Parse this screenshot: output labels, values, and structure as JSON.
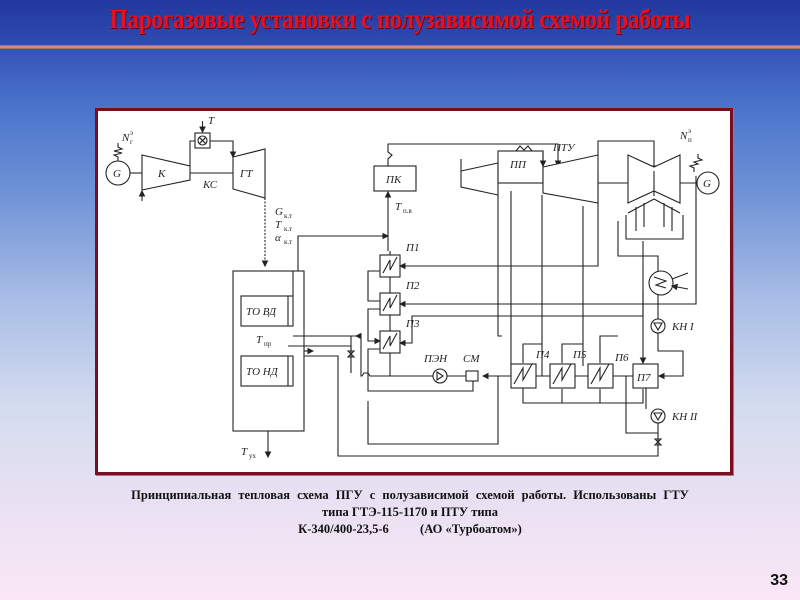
{
  "slide": {
    "title": "Парогазовые установки с полузависимой схемой работы",
    "page_number": "33",
    "colors": {
      "title_text": "#e8101e",
      "frame_border": "#7a0e1e",
      "header_bg": "#2a3fa6"
    }
  },
  "diagram": {
    "labels": {
      "generator_left": "G",
      "power_gas": "N",
      "power_gas_sup": "э",
      "power_gas_sub": "г",
      "compressor": "К",
      "combustion_chamber": "КС",
      "fuel": "Т",
      "gas_turbine": "ГТ",
      "flow_g": "G",
      "flow_t": "T",
      "flow_a": "α",
      "flow_sub": "к.т",
      "hrsg_hp": "ТО ВД",
      "hrsg_lp": "ТО НД",
      "t_pr": "T",
      "t_pr_sub": "пр",
      "t_exhaust": "T",
      "t_exhaust_sub": "ух",
      "boiler": "ПК",
      "t_feed": "T",
      "t_feed_sub": "п.в",
      "h1": "П1",
      "h2": "П2",
      "h3": "П3",
      "feed_pump": "ПЭН",
      "mixer": "СМ",
      "reheater": "ПП",
      "steam_unit": "ПТУ",
      "power_steam": "N",
      "power_steam_sup": "э",
      "power_steam_sub": "п",
      "generator_right": "G",
      "h4": "П4",
      "h5": "П5",
      "h6": "П6",
      "h7": "П7",
      "cond_pump_1": "КН I",
      "cond_pump_2": "КН II"
    }
  },
  "caption": {
    "line1": "Принципиальная тепловая схема ПГУ с полузависимой схемой работы. Использованы ГТУ",
    "line2": "типа ГТЭ-115-1170 и ПТУ типа",
    "line3": "К-340/400-23,5-6          (АО «Турбоатом»)"
  }
}
